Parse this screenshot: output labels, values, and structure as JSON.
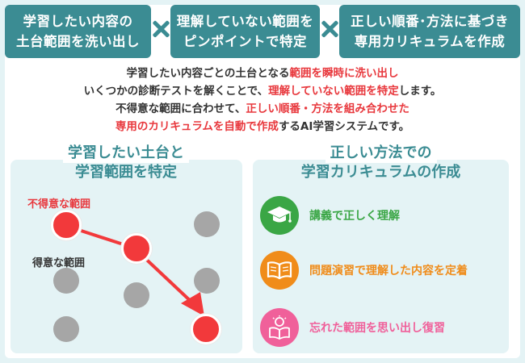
{
  "header": {
    "box1_line1": "学習したい内容の",
    "box1_line2": "土台範囲を洗い出し",
    "box2_line1": "理解していない範囲を",
    "box2_line2": "ピンポイントで特定",
    "box3_line1": "正しい順番･方法に基づき",
    "box3_line2": "専用カリキュラムを作成"
  },
  "description": {
    "l1_a": "学習したい内容ごとの土台となる",
    "l1_b": "範囲を瞬時に洗い出し",
    "l2_a": "いくつかの診断テストを解くことで、",
    "l2_b": "理解していない範囲を特定",
    "l2_c": "します。",
    "l3_a": "不得意な範囲に合わせて、",
    "l3_b": "正しい順番・方法を組み合わせた",
    "l4_a": "専用のカリキュラムを自動で作成",
    "l4_b": "するAI学習システムです。"
  },
  "left_panel": {
    "title_l1": "学習したい土台と",
    "title_l2": "学習範囲を特定",
    "weak_label": "不得意な範囲",
    "strong_label": "得意な範囲"
  },
  "right_panel": {
    "title_l1": "正しい方法での",
    "title_l2": "学習カリキュラムの作成",
    "items": [
      {
        "text": "講義で正しく理解",
        "color": "#3aa645",
        "icon": "graduation-cap-icon"
      },
      {
        "text": "問題演習で理解した内容を定着",
        "color": "#f08c1a",
        "icon": "open-book-icon"
      },
      {
        "text": "忘れた範囲を思い出し復習",
        "color": "#f0609a",
        "icon": "lightbulb-book-icon"
      }
    ]
  },
  "colors": {
    "teal": "#3b8c93",
    "red": "#e8383d",
    "panel_bg": "#e4f3f5"
  }
}
